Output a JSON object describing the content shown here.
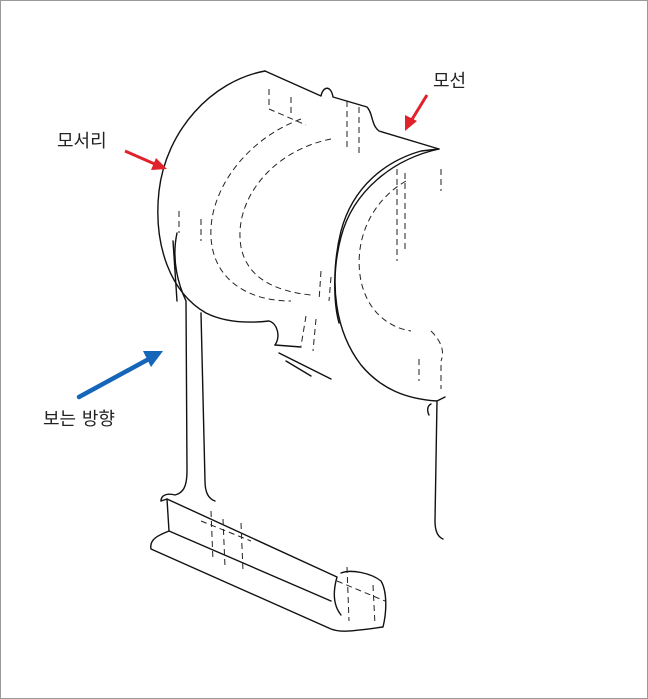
{
  "labels": {
    "edge": "모서리",
    "corner_line": "모선",
    "view_direction": "보는 방향"
  },
  "colors": {
    "pointer_arrow": "#e0222b",
    "view_arrow": "#1565b8",
    "line": "#111111"
  }
}
